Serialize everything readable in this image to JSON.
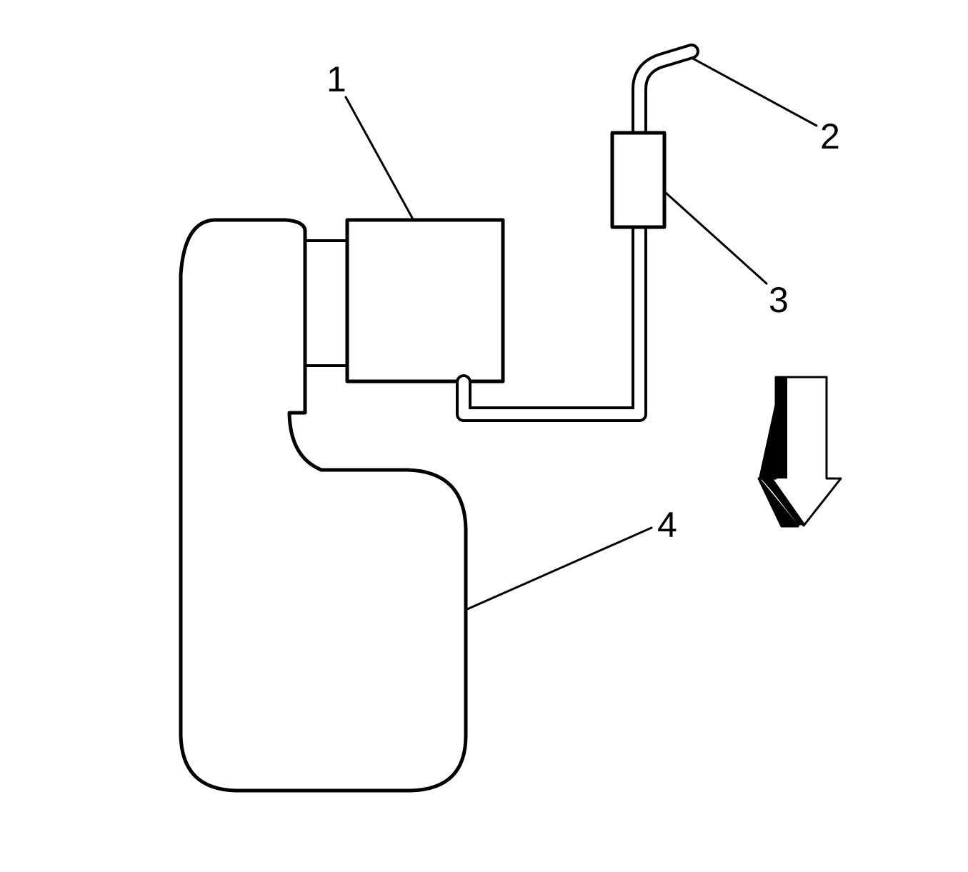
{
  "callouts": {
    "c1": "1",
    "c2": "2",
    "c3": "3",
    "c4": "4"
  },
  "colors": {
    "line": "#000000",
    "background": "#ffffff"
  },
  "icons": {
    "direction": "down-arrow-icon"
  }
}
